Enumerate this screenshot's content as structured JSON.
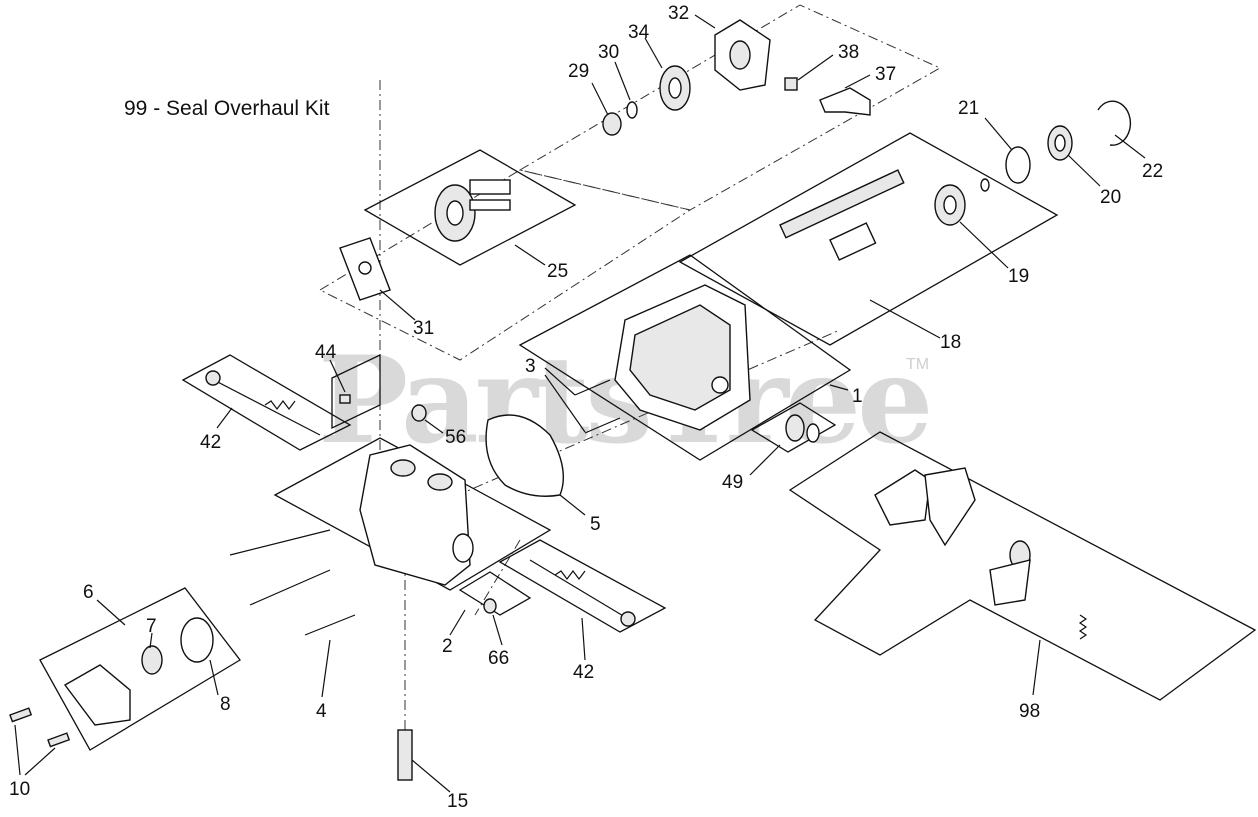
{
  "diagram": {
    "kit_title": "99 - Seal Overhaul Kit",
    "watermark": "PartsTree",
    "trademark": "TM",
    "callouts": {
      "c1": "1",
      "c2": "2",
      "c3": "3",
      "c4": "4",
      "c5": "5",
      "c6": "6",
      "c7": "7",
      "c8": "8",
      "c10": "10",
      "c15": "15",
      "c18": "18",
      "c19": "19",
      "c20": "20",
      "c21": "21",
      "c22": "22",
      "c25": "25",
      "c29": "29",
      "c30": "30",
      "c31": "31",
      "c32": "32",
      "c34": "34",
      "c37": "37",
      "c38": "38",
      "c42a": "42",
      "c42b": "42",
      "c44": "44",
      "c49": "49",
      "c56": "56",
      "c66": "66",
      "c98": "98"
    }
  }
}
